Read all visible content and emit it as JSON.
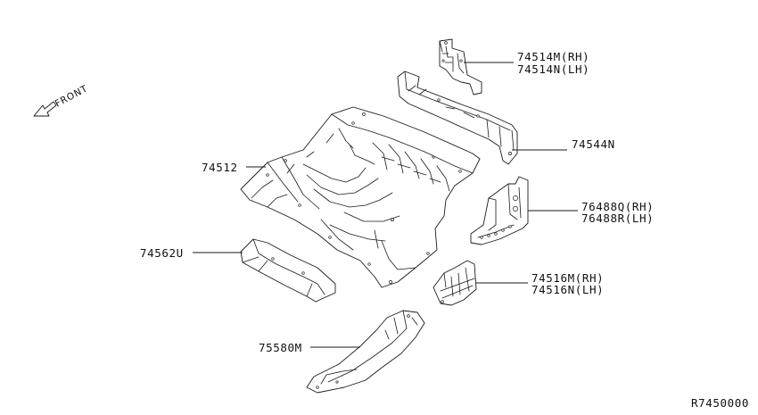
{
  "front_indicator": {
    "label": "FRONT",
    "icon": "front-arrow-icon"
  },
  "parts": [
    {
      "id": "74514",
      "lines": [
        "74514M(RH)",
        "74514N(LH)"
      ],
      "name": "rear-floor-bracket"
    },
    {
      "id": "74544N",
      "lines": [
        "74544N"
      ],
      "name": "rear-cross-member"
    },
    {
      "id": "74512",
      "lines": [
        "74512"
      ],
      "name": "rear-floor-panel"
    },
    {
      "id": "76488",
      "lines": [
        "76488Q(RH)",
        "76488R(LH)"
      ],
      "name": "side-extension-panel"
    },
    {
      "id": "74562U",
      "lines": [
        "74562U"
      ],
      "name": "floor-cross-member"
    },
    {
      "id": "74516",
      "lines": [
        "74516M(RH)",
        "74516N(LH)"
      ],
      "name": "floor-reinforcement"
    },
    {
      "id": "75580M",
      "lines": [
        "75580M"
      ],
      "name": "side-member-extension"
    }
  ],
  "diagram_id": "R7450000",
  "colors": {
    "line": "#1a1a1a",
    "background": "#ffffff"
  }
}
